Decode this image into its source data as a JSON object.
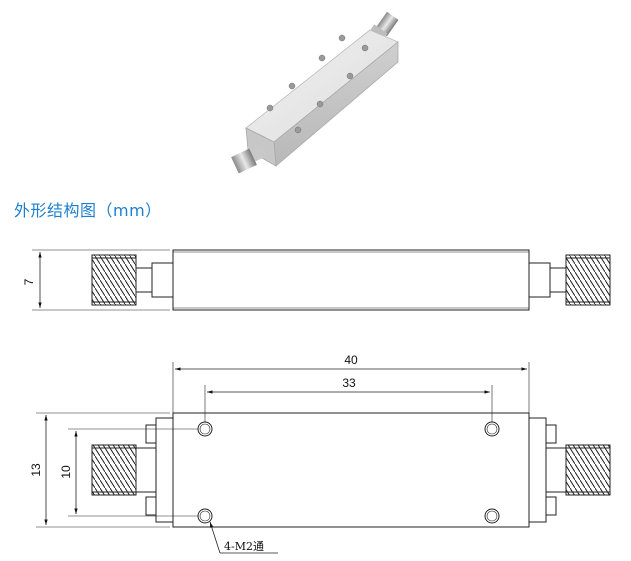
{
  "title": "外形结构图（mm）",
  "side_view": {
    "height_label": "7"
  },
  "top_view": {
    "length_label": "40",
    "hole_spacing_label": "33",
    "height_label": "13",
    "hole_height_label": "10",
    "hole_note": "4-M2通"
  }
}
